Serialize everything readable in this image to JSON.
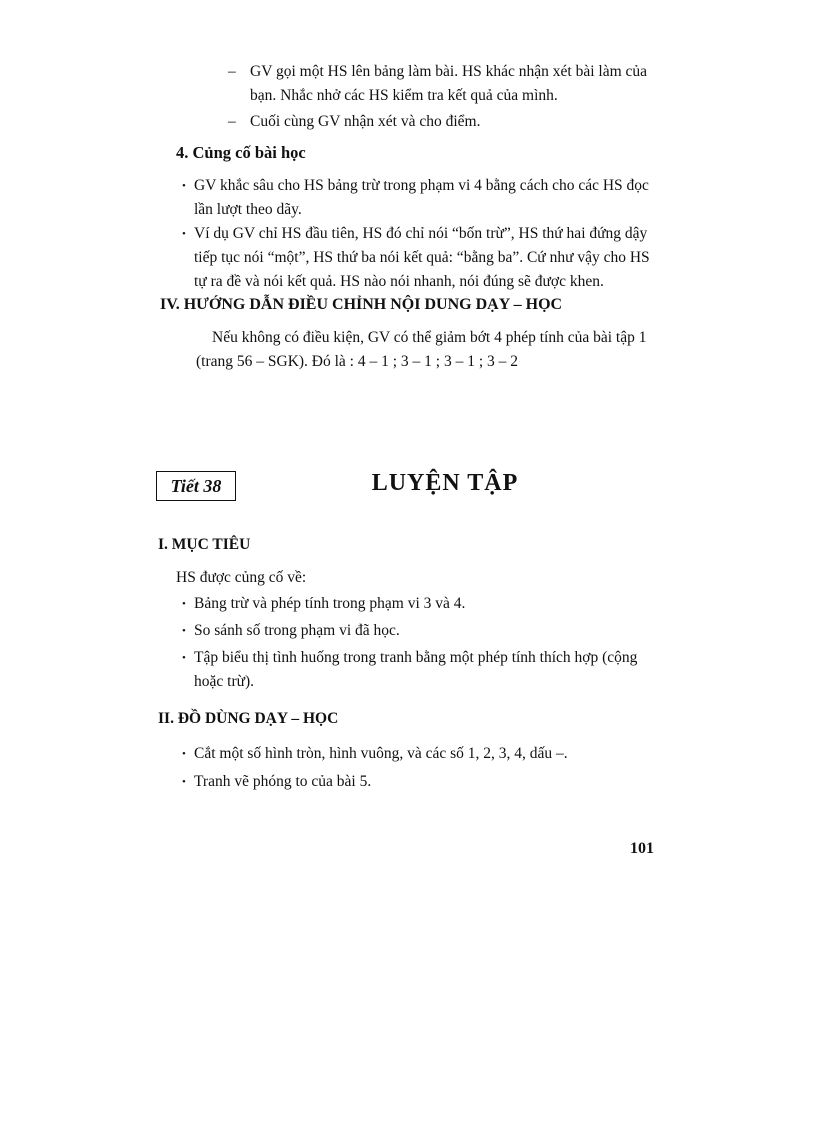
{
  "top_dash_items": [
    "GV gọi một HS lên bảng làm bài. HS khác nhận xét bài làm của bạn. Nhắc nhở các HS kiểm tra kết quả của mình.",
    "Cuối cùng GV nhận xét và cho điểm."
  ],
  "section4": {
    "heading": "4. Củng cố bài học",
    "bullets": [
      "GV khắc sâu cho HS bảng trừ trong phạm vi 4 bằng cách cho các HS đọc lần lượt theo dãy.",
      "Ví dụ GV chỉ HS đầu tiên, HS đó chỉ nói “bốn trừ”, HS thứ hai đứng dậy tiếp tục nói “một”, HS thứ ba nói kết quả: “bằng ba”. Cứ như vậy cho HS tự ra đề và nói kết quả. HS nào nói nhanh, nói đúng sẽ được khen."
    ]
  },
  "section_iv": {
    "heading": "IV. HƯỚNG DẪN ĐIỀU CHỈNH NỘI DUNG DẠY – HỌC",
    "paragraph": "Nếu không có điều kiện, GV có thể giảm bớt 4 phép tính của bài tập 1 (trang 56 – SGK). Đó là : 4 – 1 ; 3 – 1 ; 3 – 1 ; 3 – 2"
  },
  "lesson": {
    "tiet_label": "Tiết 38",
    "title": "LUYỆN TẬP"
  },
  "section_i": {
    "heading": "I. MỤC TIÊU",
    "intro": "HS được củng cố về:",
    "bullets": [
      "Bảng trừ và phép tính trong phạm vi 3 và 4.",
      "So sánh số trong phạm vi đã học.",
      "Tập biểu thị tình huống trong tranh bằng một phép tính thích hợp (cộng hoặc trừ)."
    ]
  },
  "section_ii": {
    "heading": "II. ĐỒ DÙNG DẠY – HỌC",
    "bullets": [
      "Cắt một số hình tròn, hình vuông, và các số 1, 2, 3, 4, dấu –.",
      "Tranh vẽ phóng to của bài 5."
    ]
  },
  "page_number": "101",
  "marks": {
    "dash": "–",
    "bullet": "•"
  }
}
